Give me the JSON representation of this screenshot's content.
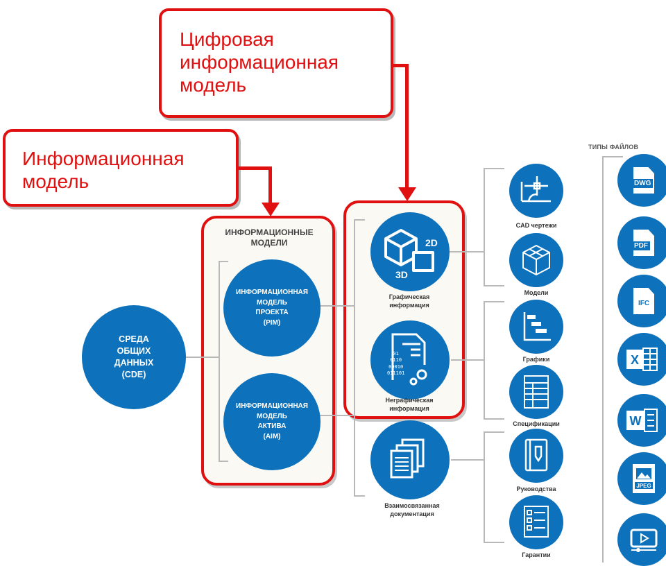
{
  "callouts": {
    "digital_model": [
      "Цифровая",
      "информационная",
      "модель"
    ],
    "info_model": [
      "Информационная",
      "модель"
    ]
  },
  "info_models_title": [
    "ИНФОРМАЦИОННЫЕ",
    "МОДЕЛИ"
  ],
  "cde": [
    "СРЕДА",
    "ОБЩИХ",
    "ДАННЫХ",
    "(CDE)"
  ],
  "pim": [
    "ИНФОРМАЦИОННАЯ",
    "МОДЕЛЬ",
    "ПРОЕКТА",
    "(PIM)"
  ],
  "aim": [
    "ИНФОРМАЦИОННАЯ",
    "МОДЕЛЬ",
    "АКТИВА",
    "(AIM)"
  ],
  "graphic": {
    "label": [
      "Графическая",
      "информация"
    ],
    "tag_2d": "2D",
    "tag_3d": "3D"
  },
  "nongraphic": {
    "label": [
      "Неграфическая",
      "информация"
    ],
    "binary": [
      "01",
      "0110",
      "00010",
      "011101"
    ]
  },
  "docs": {
    "label": [
      "Взаимосвязанная",
      "документация"
    ]
  },
  "outputs": {
    "cad": "CAD чертежи",
    "models": "Модели",
    "schedules": "Графики",
    "specs": "Спецификации",
    "manuals": "Руководства",
    "warranties": "Гарантии"
  },
  "file_types": {
    "title": "ТИПЫ ФАЙЛОВ",
    "items": [
      "DWG",
      "PDF",
      "IFC",
      "X",
      "W",
      "JPEG",
      "video"
    ]
  },
  "colors": {
    "blue": "#0d72bb",
    "red": "#e01010"
  },
  "icons": [
    "cube-icon",
    "data-document-icon",
    "documents-stack-icon",
    "cad-drawing-icon",
    "3d-model-icon",
    "gantt-chart-icon",
    "spec-table-icon",
    "manual-icon",
    "checklist-icon",
    "excel-file-icon",
    "word-file-icon",
    "image-file-icon",
    "video-file-icon"
  ]
}
